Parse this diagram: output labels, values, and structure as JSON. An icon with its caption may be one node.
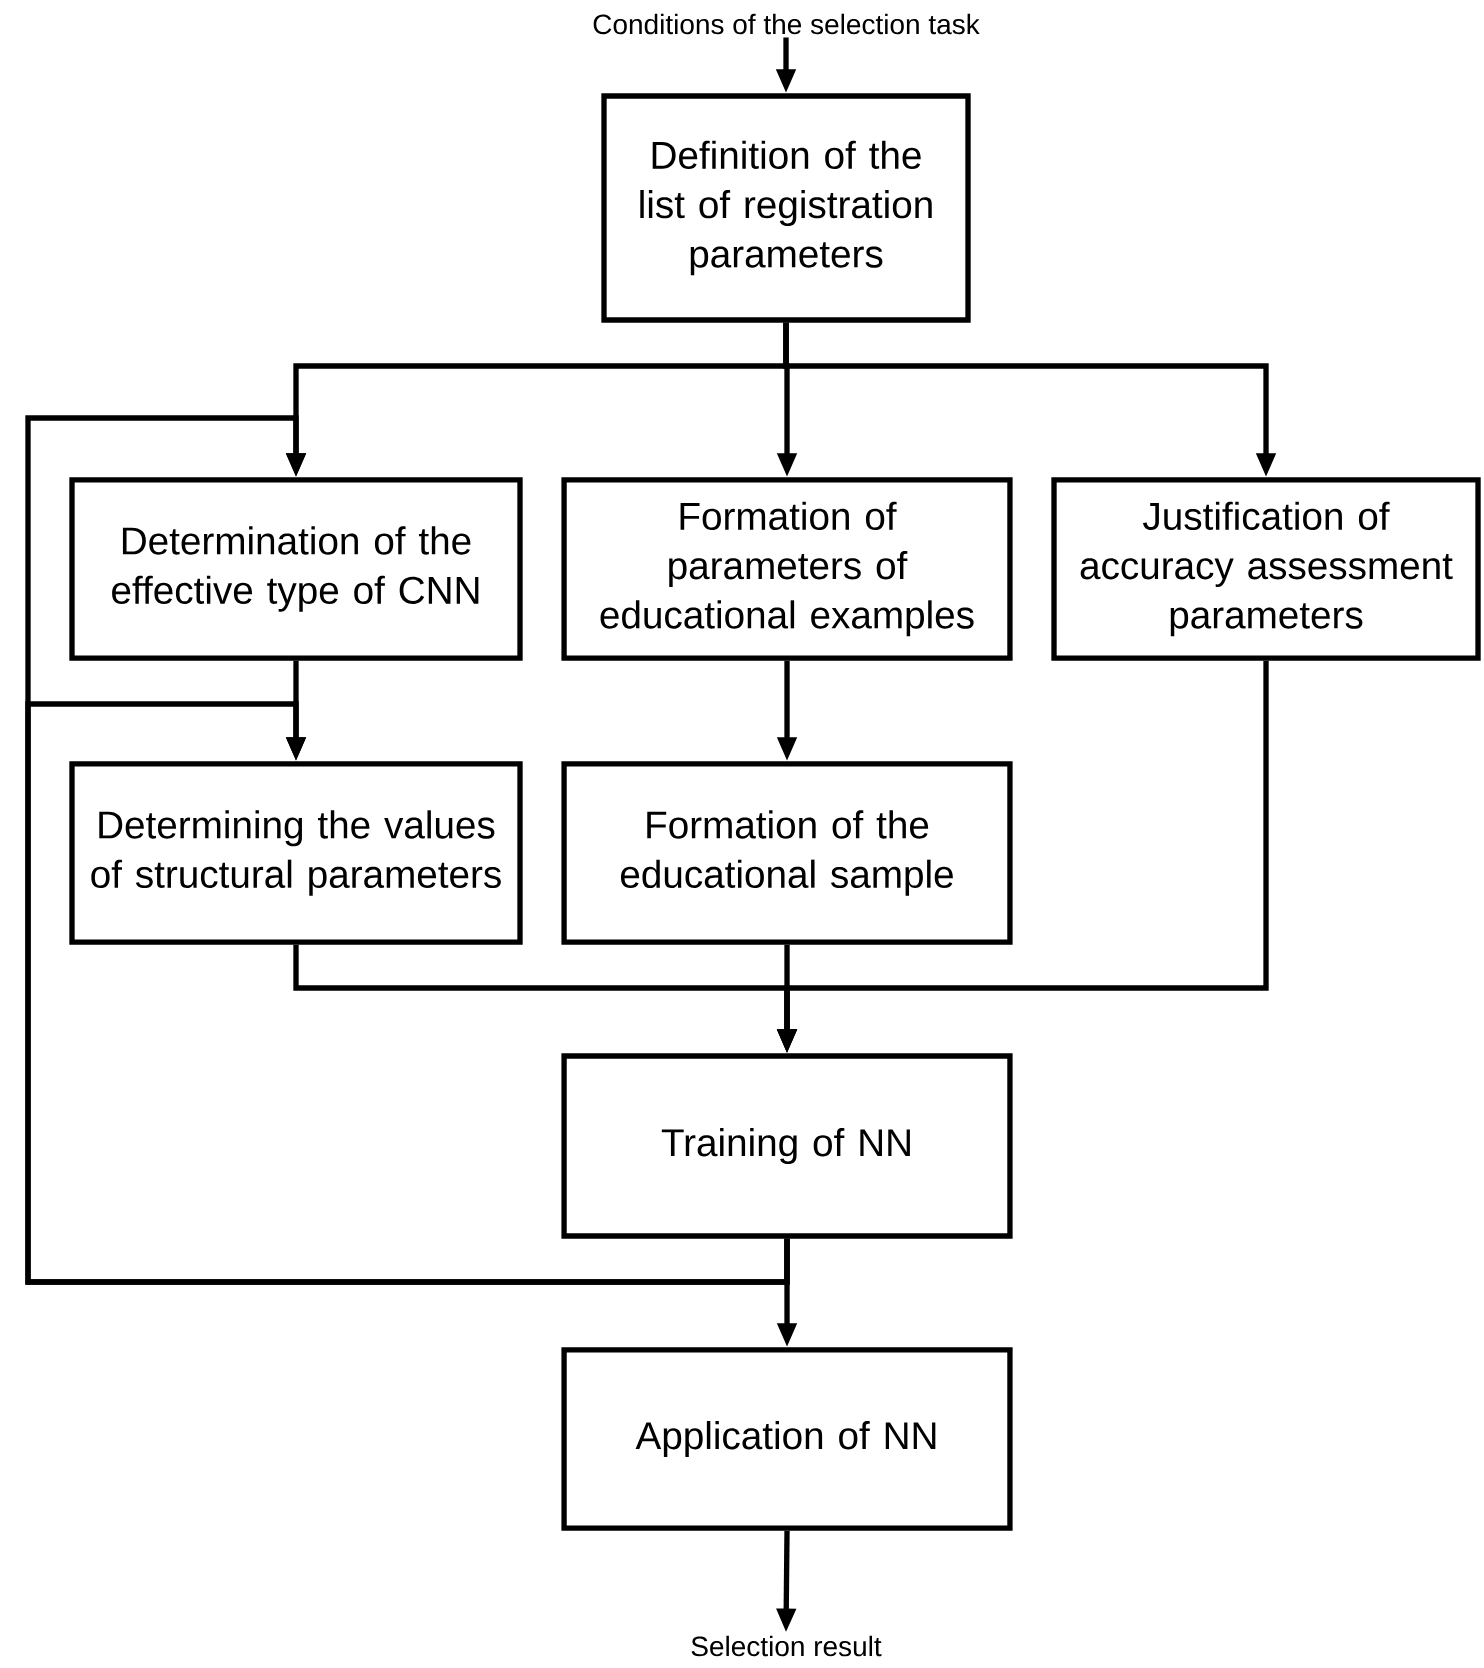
{
  "diagram": {
    "nodes": [
      {
        "text": [
          "Conditions of the selection task"
        ]
      },
      {
        "text": [
          "Definition of the list of registration parameters"
        ]
      },
      {
        "text": [
          "Determination of the effective type of CNN"
        ]
      },
      {
        "text": [
          "Formation of parameters of educational examples"
        ]
      },
      {
        "text": [
          "Justification of accuracy assessment parameters"
        ]
      },
      {
        "text": [
          "Determining the values of structural parameters"
        ]
      },
      {
        "text": [
          "Formation of the educational sample"
        ]
      },
      {
        "text": [
          "Training of NN"
        ]
      },
      {
        "text": [
          "Application of NN"
        ]
      },
      {
        "text": [
          "Selection result"
        ]
      }
    ],
    "edges": [
      {
        "from": 0,
        "to": 1,
        "arrow": "to"
      },
      {
        "from": 1,
        "to": 2,
        "arrow": "to"
      },
      {
        "from": 1,
        "to": 3,
        "arrow": "to"
      },
      {
        "from": 1,
        "to": 4,
        "arrow": "to"
      },
      {
        "from": 2,
        "to": 5,
        "arrow": "to"
      },
      {
        "from": 3,
        "to": 6,
        "arrow": "to"
      },
      {
        "from": 5,
        "to": 7,
        "arrow": "to"
      },
      {
        "from": 6,
        "to": 7,
        "arrow": "to"
      },
      {
        "from": 4,
        "to": 7,
        "arrow": "to"
      },
      {
        "from": 7,
        "to": 8,
        "arrow": "to"
      },
      {
        "from": 7,
        "to": 2,
        "arrow": "to"
      },
      {
        "from": 7,
        "to": 5,
        "arrow": "to"
      },
      {
        "from": 8,
        "to": 9,
        "arrow": "to"
      }
    ]
  }
}
